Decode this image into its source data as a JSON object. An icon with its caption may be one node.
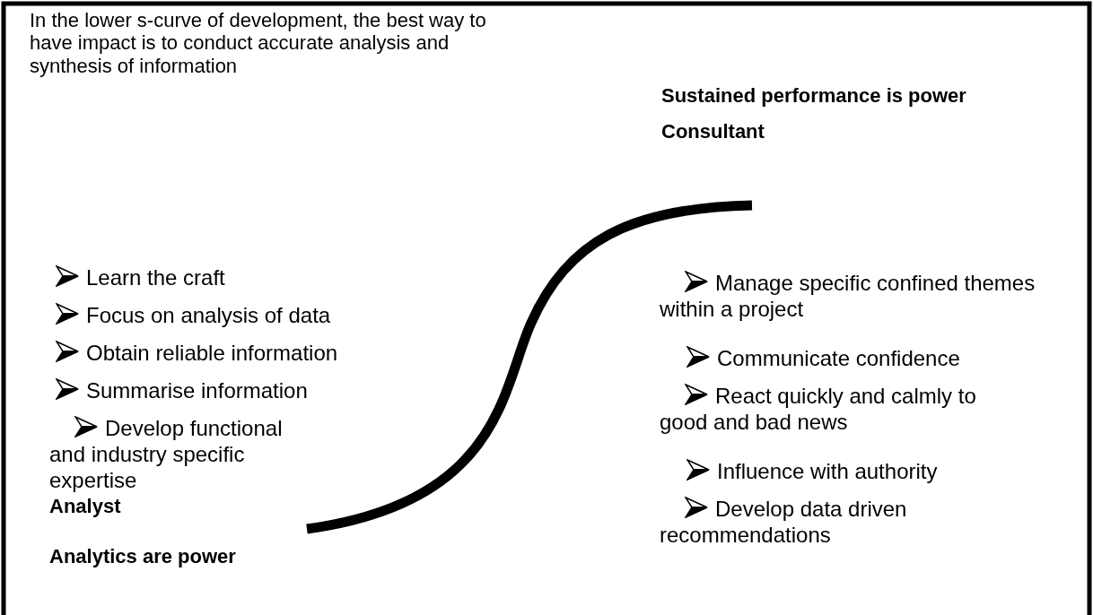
{
  "diagram": {
    "labels": [
      "In the lower s-curve of development, the best way to have impact is to conduct accurate analysis and synthesis of information",
      "Sustained performance is power",
      "Consultant",
      "Learn the craft",
      "Focus on analysis of data",
      "Obtain reliable information",
      "Summarise information",
      "Develop functional and industry specific expertise",
      "Manage specific confined themes within a project",
      "Communicate confidence",
      "React quickly and calmly to good and bad news",
      "Influence with authority",
      "Develop data driven recommendations",
      "Analyst",
      "Analytics are power"
    ]
  }
}
